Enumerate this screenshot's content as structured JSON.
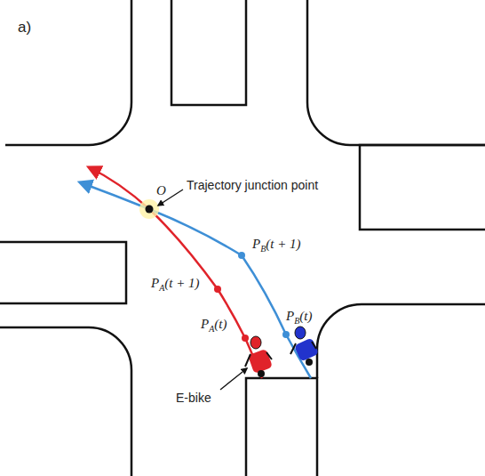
{
  "diagram": {
    "labels": [
      "a)",
      "O",
      "Trajectory junction point",
      "PB(t + 1)",
      "PA(t + 1)",
      "PB(t)",
      "PA(t)",
      "E-bike"
    ]
  }
}
